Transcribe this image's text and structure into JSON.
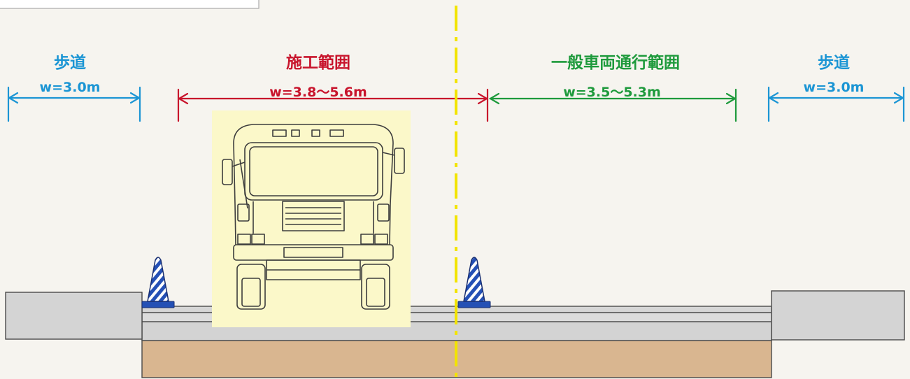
{
  "diagram": {
    "sidewalk_left": {
      "label": "歩道",
      "width": "w=3.0m"
    },
    "construction_zone": {
      "label": "施工範囲",
      "width": "w=3.8～5.6m"
    },
    "traffic_zone": {
      "label": "一般車両通行範囲",
      "width": "w=3.5～5.3m"
    },
    "sidewalk_right": {
      "label": "歩道",
      "width": "w=3.0m"
    }
  },
  "colors": {
    "background": "#f6f4ef",
    "sidewalk": "#1b95d4",
    "construction": "#c8142c",
    "traffic": "#1e9a3c",
    "center_line": "#f2e400",
    "truck_backdrop": "#fbf8c9",
    "cone": "#2450b5",
    "pavement": "#d4d4d4",
    "subbase": "#d9b690"
  },
  "icons": {
    "truck": "truck-icon",
    "cone": "traffic-cone-icon"
  }
}
